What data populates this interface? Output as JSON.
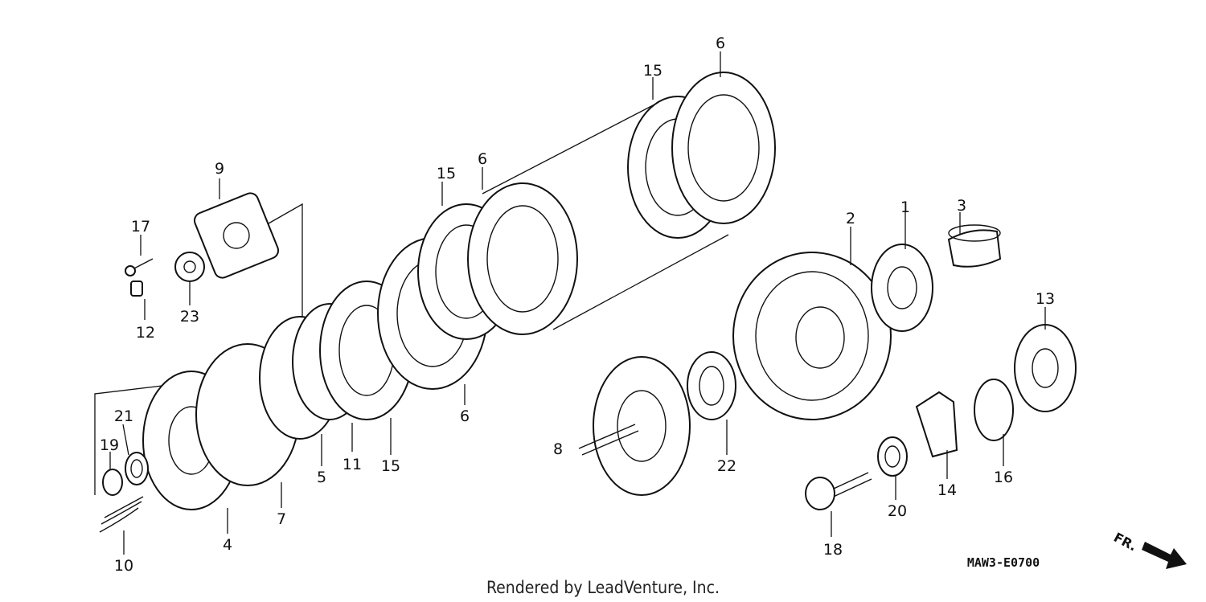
{
  "diagram": {
    "part_labels": [
      "1",
      "2",
      "3",
      "4",
      "5",
      "6",
      "6",
      "6",
      "7",
      "8",
      "9",
      "10",
      "11",
      "12",
      "13",
      "14",
      "15",
      "15",
      "15",
      "16",
      "17",
      "18",
      "19",
      "20",
      "21",
      "22",
      "23"
    ],
    "figure_code": "MAW3-E0700",
    "front_indicator": "FR.",
    "credit": "Rendered by LeadVenture, Inc."
  }
}
